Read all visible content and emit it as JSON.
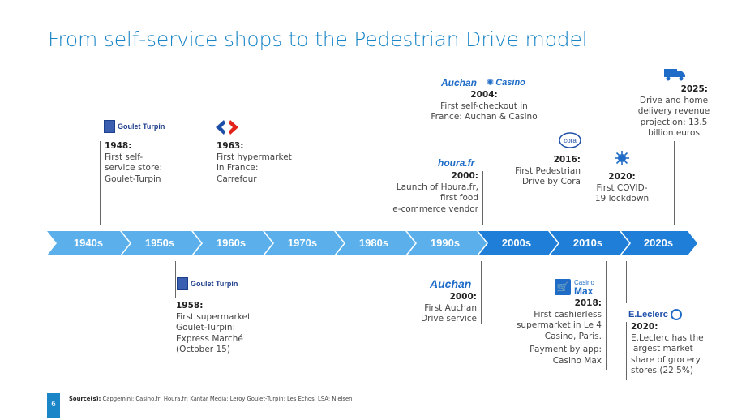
{
  "title": "From self-service shops to the Pedestrian Drive model",
  "timeline": [
    {
      "label": "1940s",
      "color": "#5bb0ec"
    },
    {
      "label": "1950s",
      "color": "#5bb0ec"
    },
    {
      "label": "1960s",
      "color": "#5bb0ec"
    },
    {
      "label": "1970s",
      "color": "#5bb0ec"
    },
    {
      "label": "1980s",
      "color": "#5bb0ec"
    },
    {
      "label": "1990s",
      "color": "#5bb0ec"
    },
    {
      "label": "2000s",
      "color": "#1f7fd8"
    },
    {
      "label": "2010s",
      "color": "#1f7fd8"
    },
    {
      "label": "2020s",
      "color": "#1f7fd8"
    }
  ],
  "events_top": [
    {
      "year": "1948:",
      "text": [
        "First self-",
        "service store:",
        "Goulet-Turpin"
      ],
      "logo": "Goulet Turpin"
    },
    {
      "year": "1963:",
      "text": [
        "First hypermarket",
        "in France:",
        "Carrefour"
      ],
      "logo": "carrefour-icon"
    },
    {
      "year": "2000:",
      "text": [
        "Launch of Houra.fr,",
        "first food",
        "e-commerce vendor"
      ],
      "logo": "houra.fr"
    },
    {
      "year": "2004:",
      "text": [
        "First self-checkout in",
        "France: Auchan & Casino"
      ],
      "logos": [
        "Auchan",
        "Casino"
      ]
    },
    {
      "year": "2016:",
      "text": [
        "First Pedestrian",
        "Drive by Cora"
      ],
      "logo": "cora"
    },
    {
      "year": "2020:",
      "text": [
        "First COVID-",
        "19 lockdown"
      ],
      "logo": "virus-icon"
    },
    {
      "year": "2025:",
      "text": [
        "Drive and home",
        "delivery revenue",
        "projection: 13.5",
        "billion euros"
      ],
      "logo": "truck-icon"
    }
  ],
  "events_bottom": [
    {
      "year": "1958:",
      "text": [
        "First supermarket",
        "Goulet-Turpin:",
        "Express Marché",
        "(October 15)"
      ],
      "logo": "Goulet Turpin"
    },
    {
      "year": "2000:",
      "text": [
        "First Auchan",
        "Drive service"
      ],
      "logo": "Auchan"
    },
    {
      "year": "2018:",
      "text": [
        "First cashierless",
        "supermarket in Le 4",
        "Casino, Paris."
      ],
      "text2": [
        "Payment by app:",
        "Casino Max"
      ],
      "logo": [
        "Casino",
        "Max"
      ]
    },
    {
      "year": "2020:",
      "text": [
        "E.Leclerc has the",
        "largest market",
        "share of grocery",
        "stores (22.5%)"
      ],
      "logo": "E.Leclerc"
    }
  ],
  "footer": {
    "sources_label": "Source(s):",
    "sources": "Capgemini; Casino.fr; Houra.fr; Kantar Media; Leroy Goulet-Turpin; Les Echos; LSA; Nielsen",
    "page_number": "6"
  }
}
